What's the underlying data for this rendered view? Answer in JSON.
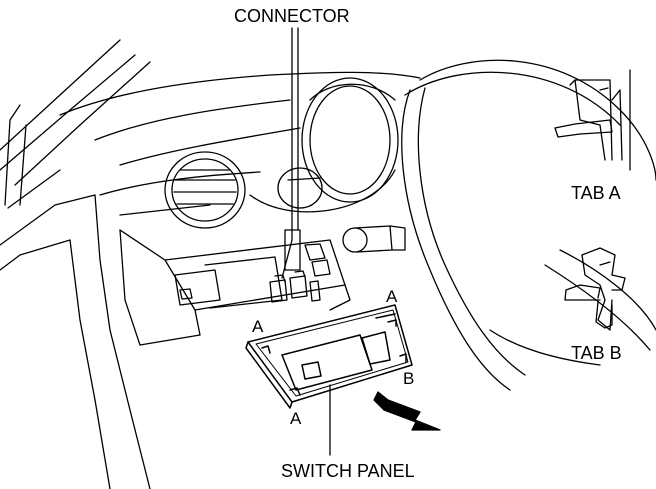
{
  "labels": {
    "connector": "CONNECTOR",
    "switch_panel": "SWITCH PANEL",
    "tab_a": "TAB A",
    "tab_b": "TAB B",
    "tab_a_marker": "A",
    "tab_b_marker": "B"
  },
  "colors": {
    "line": "#000000",
    "background": "#ffffff"
  }
}
